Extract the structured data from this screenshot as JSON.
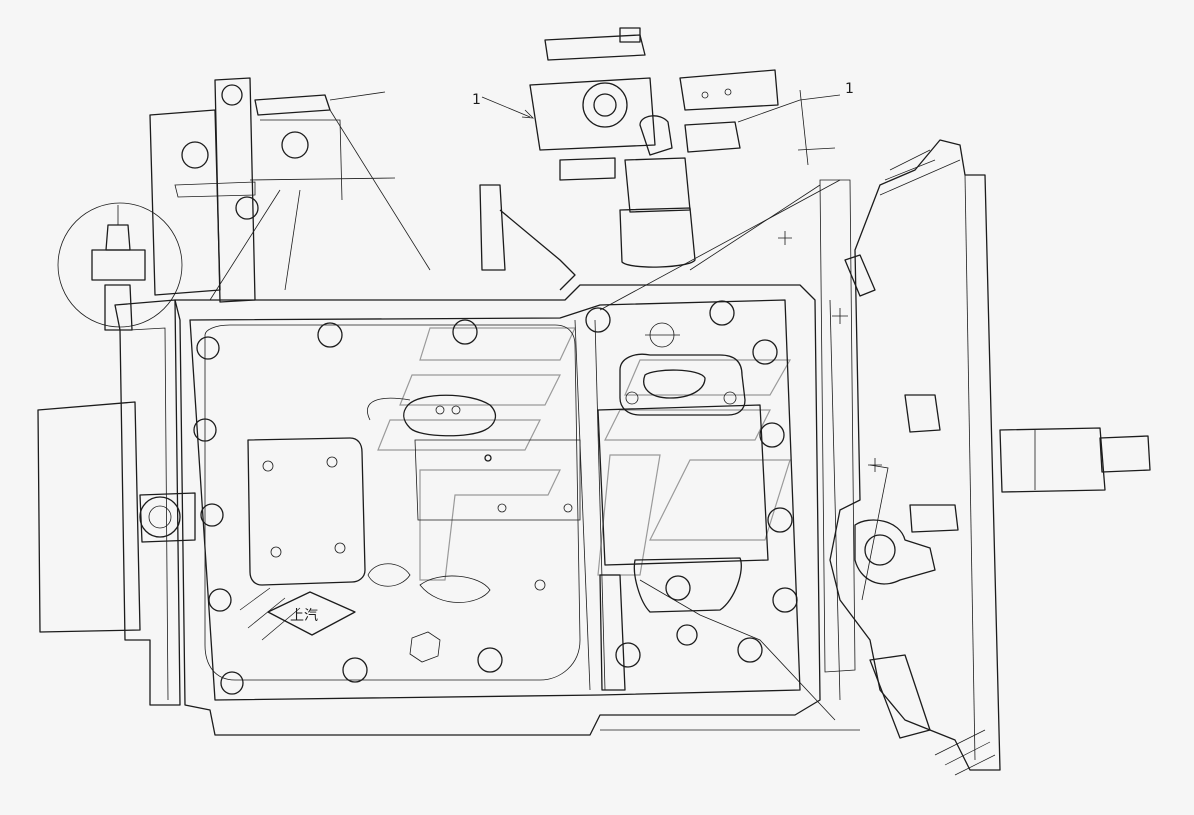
{
  "drawing": {
    "callouts": [
      {
        "id": "callout-1",
        "text": "1"
      },
      {
        "id": "callout-2",
        "text": "1"
      }
    ],
    "nameplate_text": "上汽",
    "colors": {
      "line": "#1c1c1c",
      "background": "#f6f6f6",
      "watermark": "#9a9a9a"
    }
  }
}
